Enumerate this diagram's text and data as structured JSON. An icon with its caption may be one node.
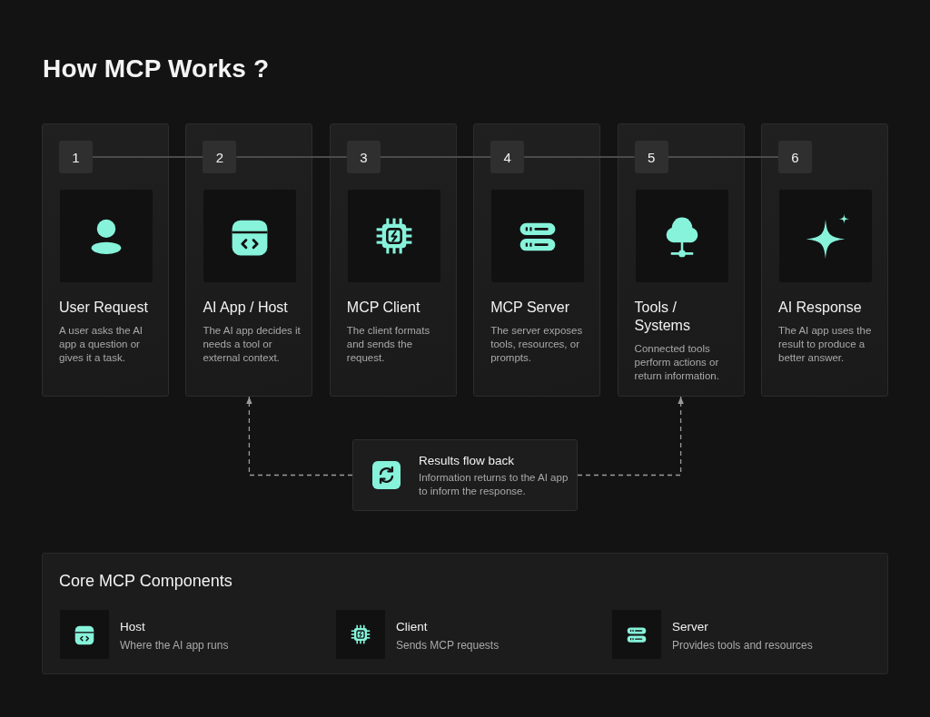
{
  "diagram": {
    "title": "How MCP Works ?",
    "nodes": [
      {
        "text": [
          "User Request",
          "A user asks the AI app a question or gives it a task."
        ]
      },
      {
        "text": [
          "1"
        ],
        "in": 0
      },
      {
        "text": [
          "AI App / Host",
          "The AI app decides it needs a tool or external context."
        ]
      },
      {
        "text": [
          "2"
        ],
        "in": 2
      },
      {
        "text": [
          "MCP Client",
          "The client formats and sends the request."
        ]
      },
      {
        "text": [
          "3"
        ],
        "in": 4
      },
      {
        "text": [
          "MCP Server",
          "The server exposes tools, resources, or prompts."
        ]
      },
      {
        "text": [
          "4"
        ],
        "in": 6
      },
      {
        "text": [
          "Tools / Systems",
          "Connected tools perform actions or return information."
        ]
      },
      {
        "text": [
          "5"
        ],
        "in": 8
      },
      {
        "text": [
          "AI Response",
          "The AI app uses the result to produce a better answer."
        ]
      },
      {
        "text": [
          "6"
        ],
        "in": 10
      },
      {
        "text": [
          "Results flow back",
          "Information returns to the AI app to inform the response."
        ]
      },
      {
        "text": [
          "Core MCP Components",
          "Host",
          "Where the AI app runs",
          "Client",
          "Sends MCP requests",
          "Server",
          "Provides tools and resources"
        ]
      }
    ],
    "edges": [
      {
        "from": 1,
        "to": 3,
        "arrow": "none"
      },
      {
        "from": 3,
        "to": 5,
        "arrow": "none"
      },
      {
        "from": 5,
        "to": 7,
        "arrow": "none"
      },
      {
        "from": 7,
        "to": 9,
        "arrow": "none"
      },
      {
        "from": 9,
        "to": 11,
        "arrow": "none"
      },
      {
        "from": 12,
        "to": 2,
        "arrow": "to",
        "style": "dashed",
        "color": "#9a9a9a"
      },
      {
        "from": 12,
        "to": 8,
        "arrow": "to",
        "style": "dashed",
        "color": "#9a9a9a"
      }
    ]
  }
}
